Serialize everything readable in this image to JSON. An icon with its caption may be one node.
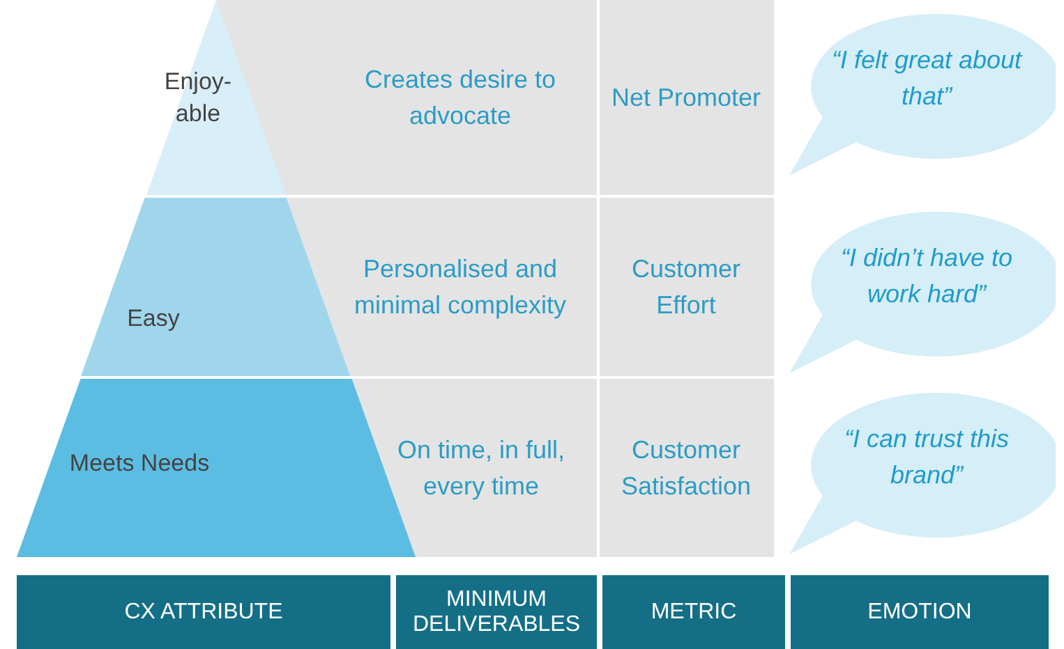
{
  "diagram": {
    "nodes": [
      {
        "text": [
          "Enjoy- able"
        ]
      },
      {
        "text": [
          "“I felt great about that”"
        ]
      },
      {
        "text": [
          "Easy"
        ]
      },
      {
        "text": [
          "“I didn’t have to work hard”"
        ]
      },
      {
        "text": [
          "Meets Needs"
        ]
      },
      {
        "text": [
          "“I can trust this brand”"
        ]
      }
    ],
    "labels": [
      "Creates desire to advocate",
      "Net Promoter",
      "Personalised and minimal complexity",
      "Customer Effort",
      "On time, in full, every time",
      "Customer Satisfaction",
      "CX ATTRIBUTE",
      "MINIMUM DELIVERABLES",
      "METRIC",
      "EMOTION"
    ]
  }
}
